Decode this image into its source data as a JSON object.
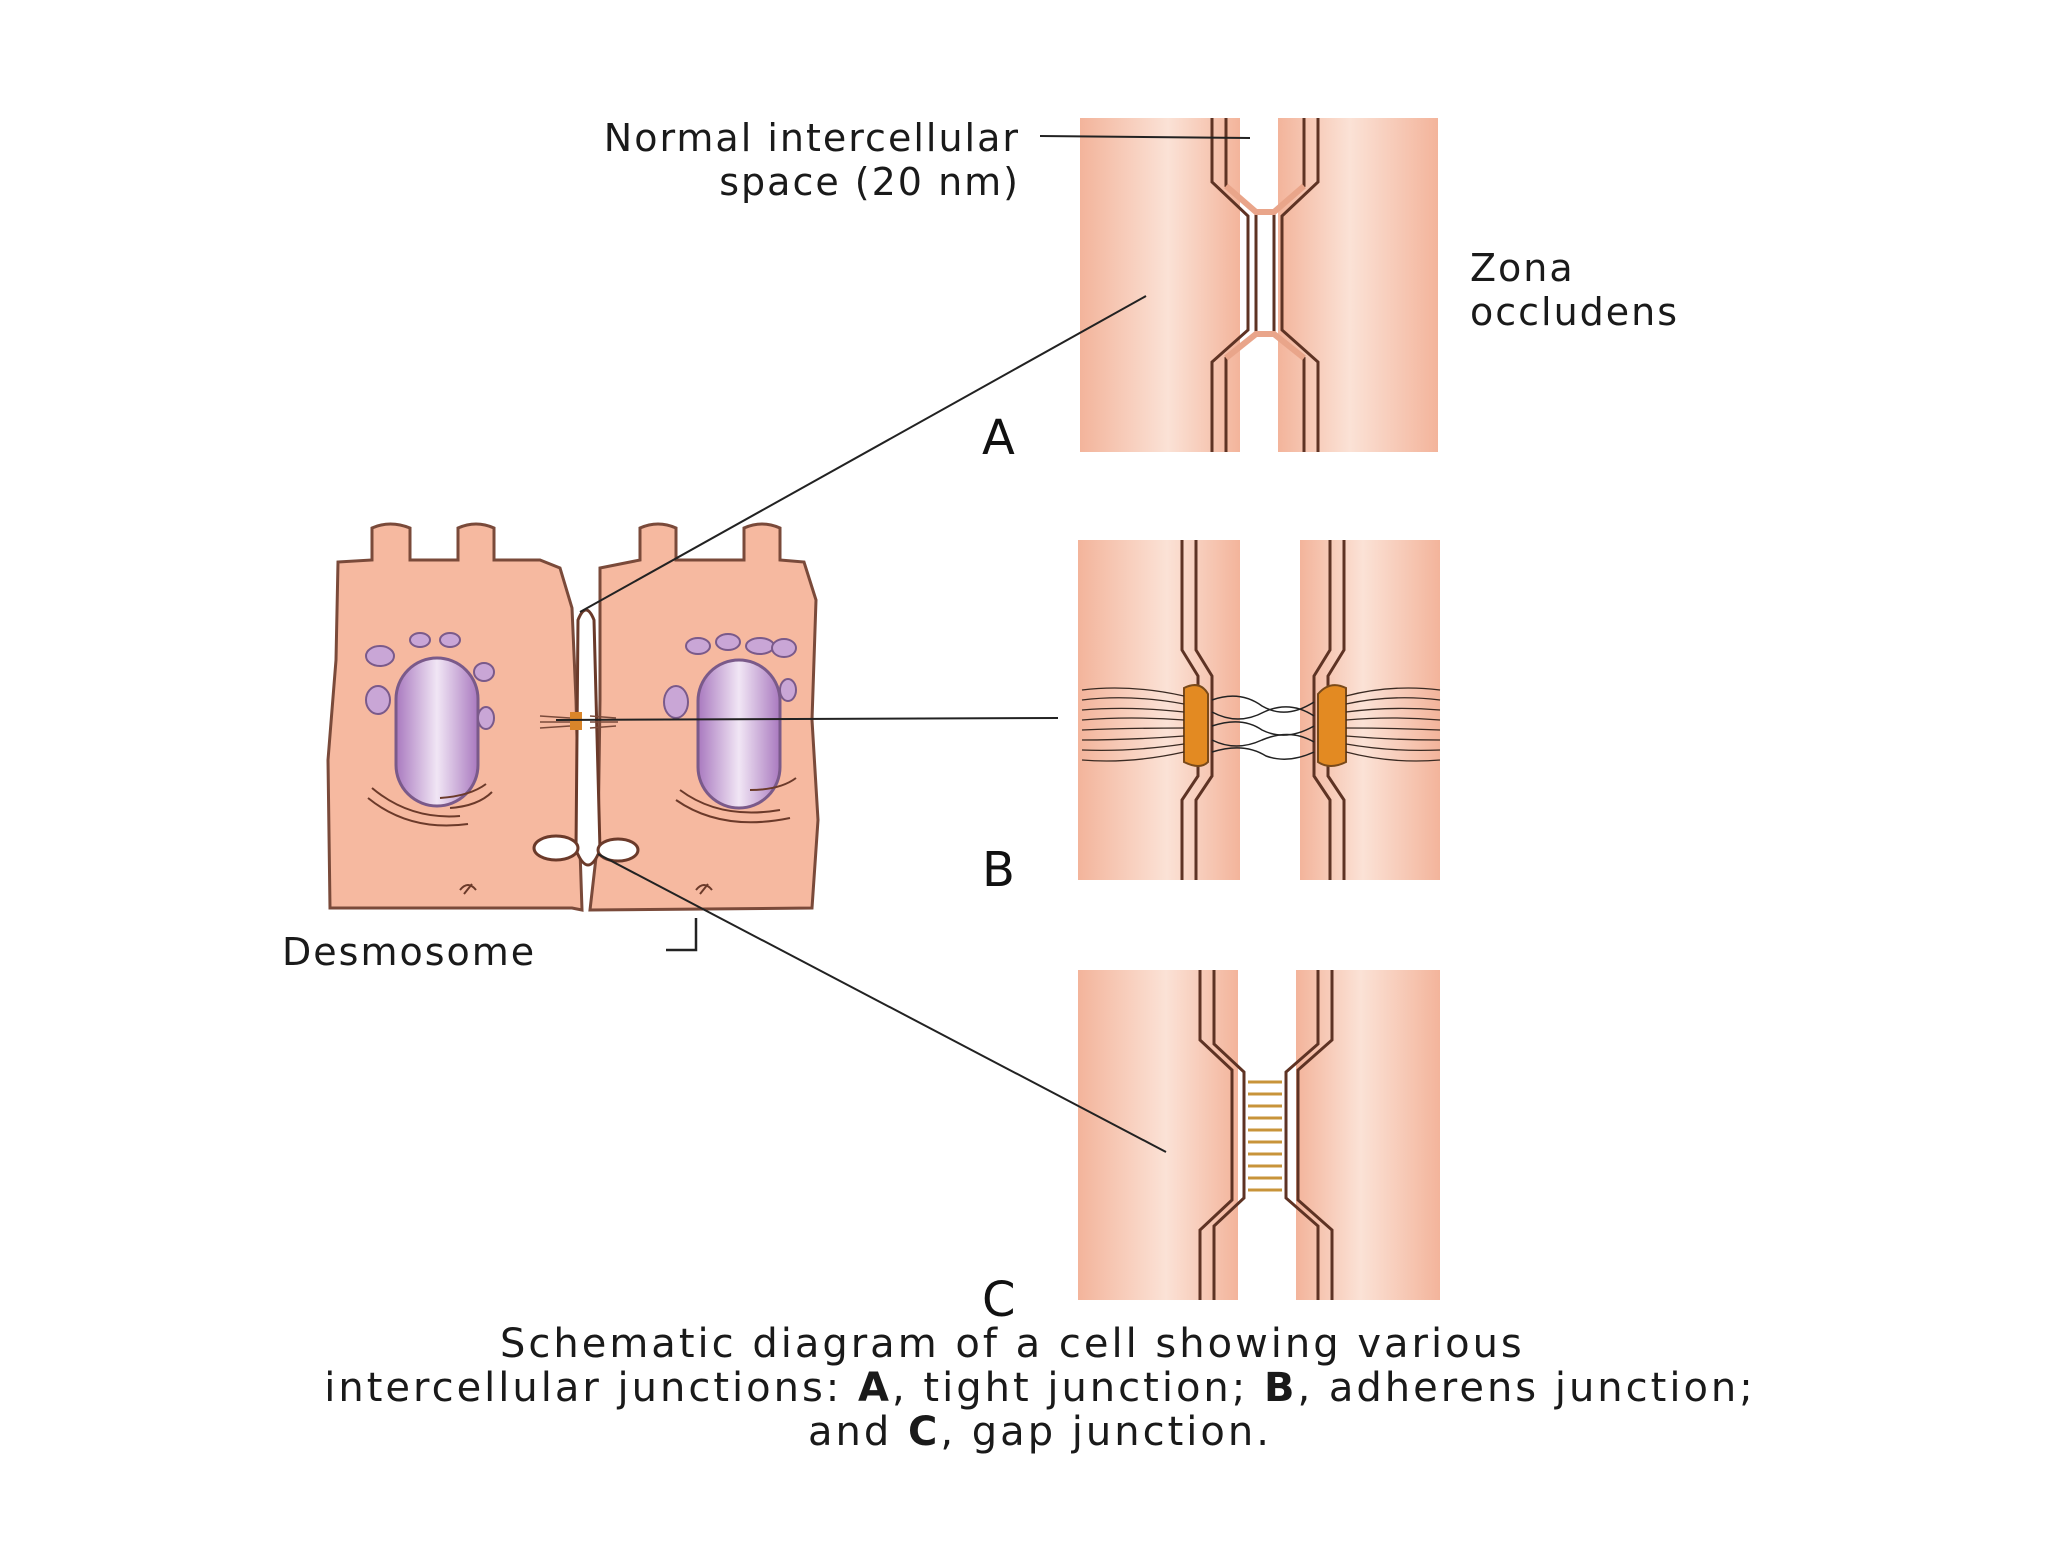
{
  "labels": {
    "intercellular_line1": "Normal intercellular",
    "intercellular_line2": "space (20 nm)",
    "zona_line1": "Zona",
    "zona_line2": "occludens",
    "desmosome": "Desmosome"
  },
  "panels": {
    "a": "A",
    "b": "B",
    "c": "C"
  },
  "caption": {
    "line1": "Schematic diagram of a cell showing various",
    "line2_pre": "intercellular junctions: ",
    "a": "A",
    "line2_mid1": ", tight junction; ",
    "b": "B",
    "line2_mid2": ", adherens junction;",
    "line3_pre": "and ",
    "c": "C",
    "line3_post": ", gap junction."
  },
  "colors": {
    "cell_fill": "#f6b9a0",
    "membrane": "#6b3a2a",
    "nucleus": "#b98bc8",
    "plaque": "#e38a22"
  }
}
